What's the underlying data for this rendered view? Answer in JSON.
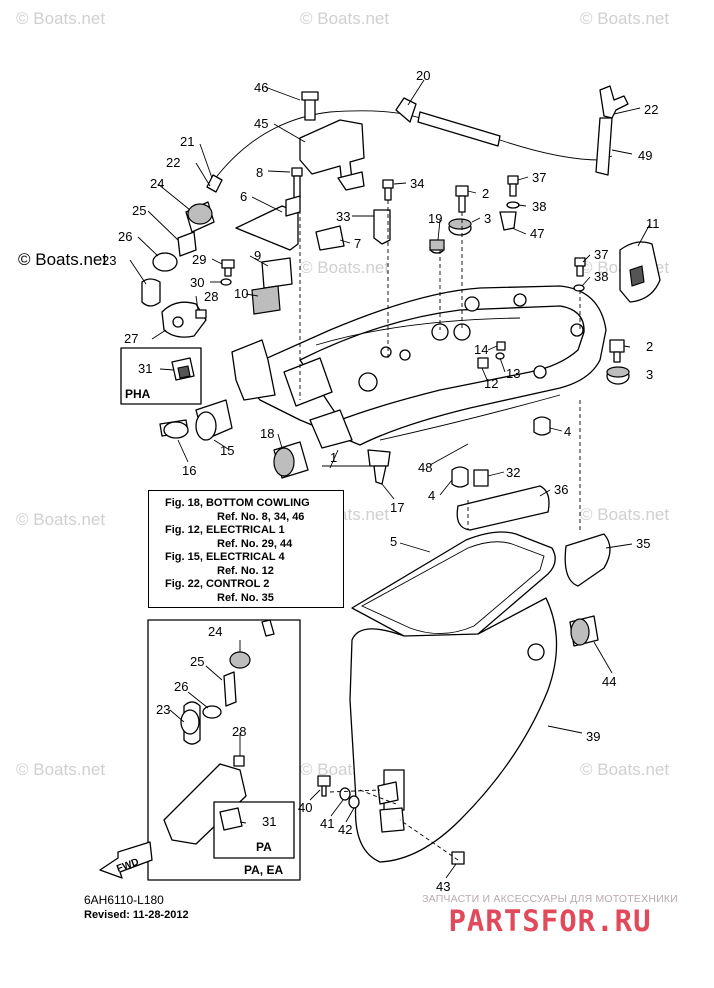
{
  "watermark": "© Boats.net",
  "corner_watermark": "© Boats.net",
  "callouts": {
    "c46": "46",
    "c20": "20",
    "c22a": "22",
    "c21": "21",
    "c45": "45",
    "c49": "49",
    "c22b": "22",
    "c8": "8",
    "c24a": "24",
    "c34": "34",
    "c2a": "2",
    "c37a": "37",
    "c6": "6",
    "c25a": "25",
    "c33": "33",
    "c38a": "38",
    "c19": "19",
    "c3a": "3",
    "c11": "11",
    "c26a": "26",
    "c7": "7",
    "c47": "47",
    "c23a": "23",
    "c9": "9",
    "c29": "29",
    "c37b": "37",
    "c30": "30",
    "c38b": "38",
    "c28a": "28",
    "c10": "10",
    "c27": "27",
    "c14": "14",
    "c2b": "2",
    "c31a": "31",
    "pha": "PHA",
    "c13": "13",
    "c12": "12",
    "c3b": "3",
    "c18": "18",
    "c4a": "4",
    "c16": "16",
    "c15": "15",
    "c1": "1",
    "c48": "48",
    "c32": "32",
    "c17": "17",
    "c4b": "4",
    "c36": "36",
    "c5": "5",
    "c35": "35",
    "c24b": "24",
    "c25b": "25",
    "c44": "44",
    "c26b": "26",
    "c23b": "23",
    "c28b": "28",
    "c39": "39",
    "c40": "40",
    "c41": "41",
    "c42": "42",
    "c31b": "31",
    "pa": "PA",
    "paea": "PA, EA",
    "c43": "43",
    "fwd": "FWD"
  },
  "notes": [
    {
      "fig": "Fig. 18, BOTTOM COWLING",
      "ref": "Ref. No. 8, 34, 46"
    },
    {
      "fig": "Fig. 12, ELECTRICAL 1",
      "ref": "Ref. No. 29, 44"
    },
    {
      "fig": "Fig. 15, ELECTRICAL 4",
      "ref": "Ref. No. 12"
    },
    {
      "fig": "Fig. 22, CONTROL 2",
      "ref": "Ref. No. 35"
    }
  ],
  "footer": {
    "diagram_code": "6AH6110-L180",
    "revised": "Revised: 11-28-2012"
  },
  "brand": {
    "tagline": "ЗАПЧАСТИ И АКСЕССУАРЫ ДЛЯ МОТОТЕХНИКИ",
    "name": "PARTSFOR.RU"
  }
}
